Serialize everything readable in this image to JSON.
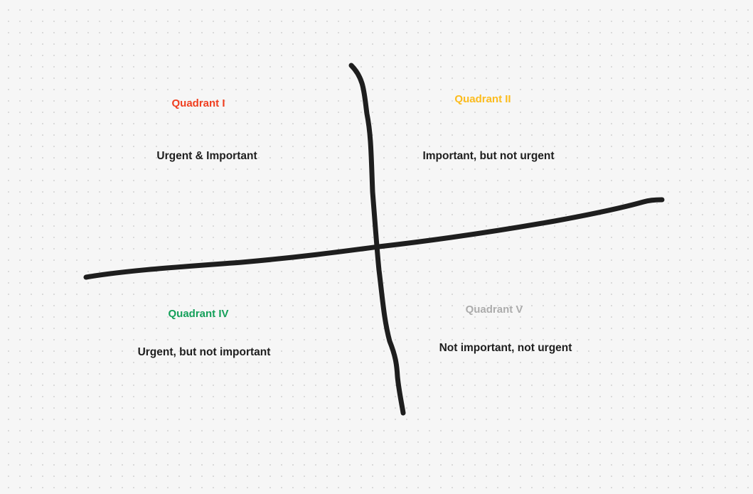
{
  "quadrants": [
    {
      "id": "q1",
      "title": "Quadrant I",
      "description": "Urgent & Important",
      "color": "#f03e1f"
    },
    {
      "id": "q2",
      "title": "Quadrant II",
      "description": "Important, but not urgent",
      "color": "#fcbc1d"
    },
    {
      "id": "q4",
      "title": "Quadrant IV",
      "description": "Urgent, but not important",
      "color": "#14a05a"
    },
    {
      "id": "q5",
      "title": "Quadrant V",
      "description": "Not important, not urgent",
      "color": "#acacac"
    }
  ],
  "colors": {
    "stroke": "#1e1e1e",
    "background": "#f6f6f6",
    "dot": "#d9d9d9"
  }
}
